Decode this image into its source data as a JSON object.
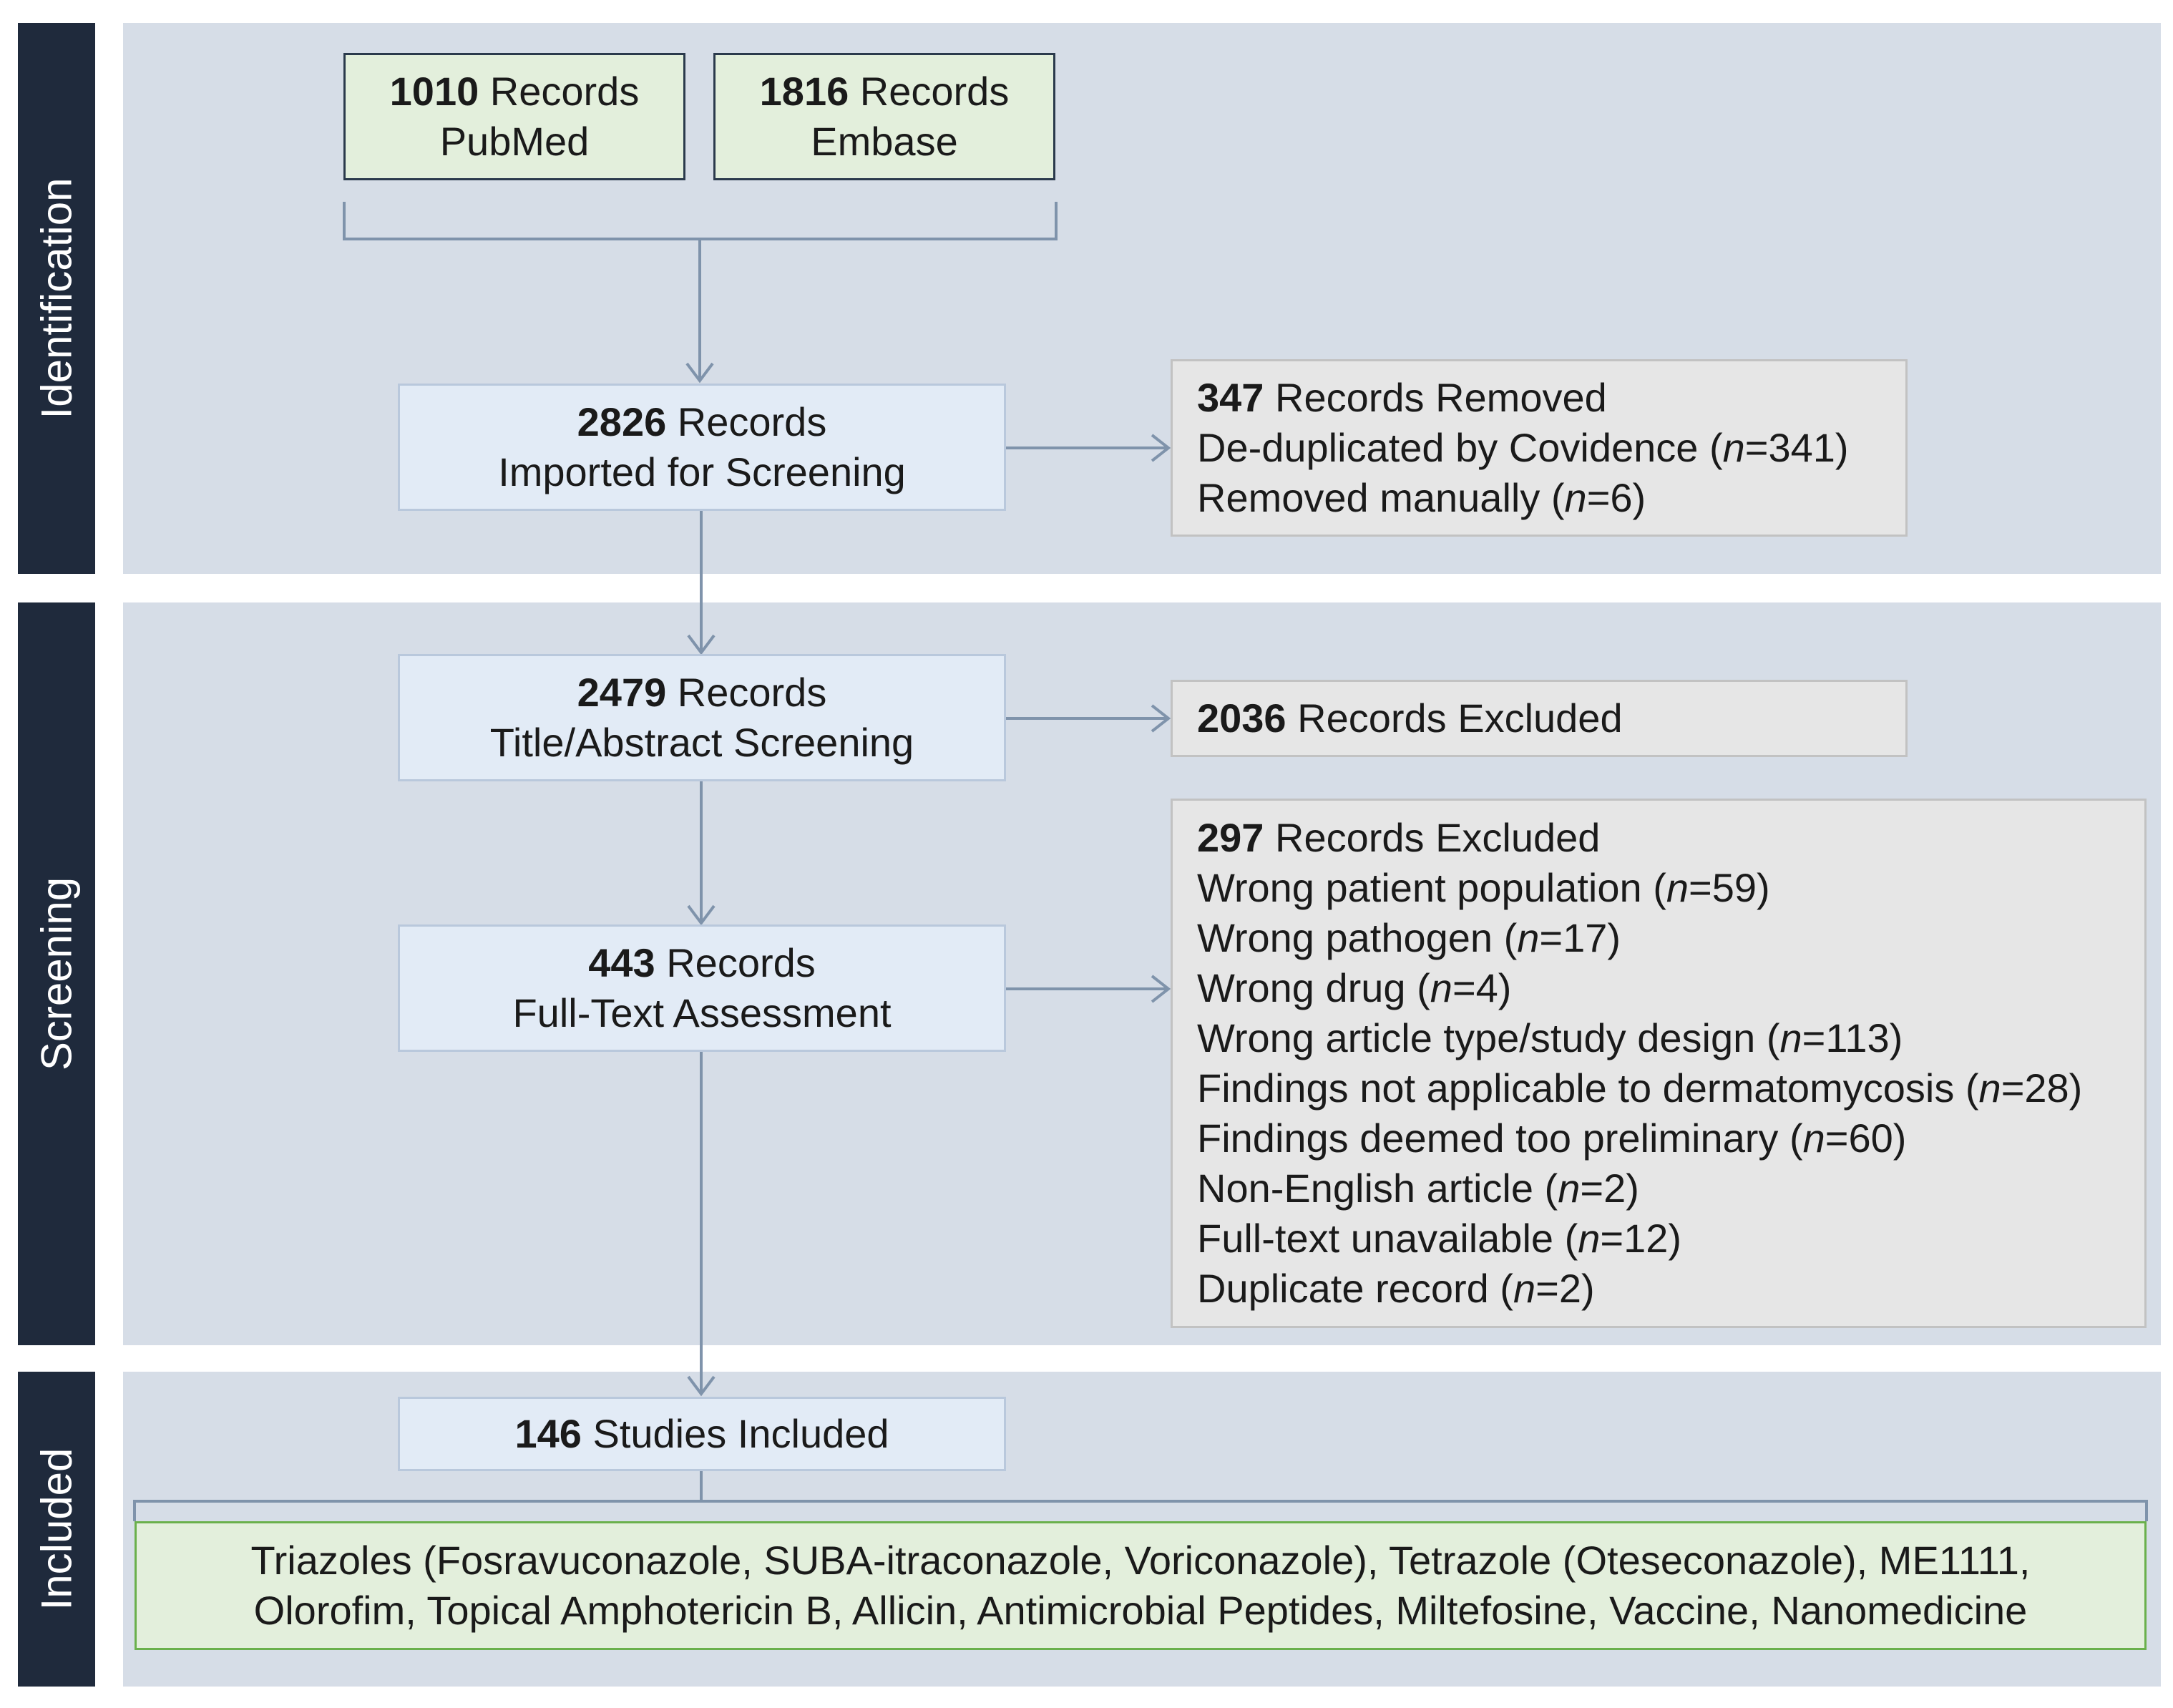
{
  "stages": {
    "identification": "Identification",
    "screening": "Screening",
    "included": "Included"
  },
  "sources": {
    "pubmed": {
      "count": "1010",
      "label": " Records",
      "name": "PubMed"
    },
    "embase": {
      "count": "1816",
      "label": " Records",
      "name": "Embase"
    }
  },
  "imported": {
    "count": "2826",
    "label": " Records",
    "sub": "Imported for Screening"
  },
  "removed": {
    "count": "347",
    "label": " Records Removed",
    "dedup": {
      "text": "De-duplicated by Covidence (",
      "n": "n",
      "val": "=341)"
    },
    "manual": {
      "text": "Removed manually (",
      "n": "n",
      "val": "=6)"
    }
  },
  "title_abstract": {
    "count": "2479",
    "label": " Records",
    "sub": "Title/Abstract Screening"
  },
  "excluded_ta": {
    "count": "2036",
    "label": " Records Excluded"
  },
  "full_text": {
    "count": "443",
    "label": " Records",
    "sub": "Full-Text Assessment"
  },
  "excluded_ft": {
    "count": "297",
    "label": " Records Excluded",
    "reasons": [
      {
        "text": "Wrong patient population (",
        "n": "n",
        "val": "=59)"
      },
      {
        "text": "Wrong pathogen (",
        "n": "n",
        "val": "=17)"
      },
      {
        "text": "Wrong drug (",
        "n": "n",
        "val": "=4)"
      },
      {
        "text": "Wrong article type/study design (",
        "n": "n",
        "val": "=113)"
      },
      {
        "text": "Findings not applicable to dermatomycosis (",
        "n": "n",
        "val": "=28)"
      },
      {
        "text": "Findings deemed too preliminary (",
        "n": "n",
        "val": "=60)"
      },
      {
        "text": "Non-English article (",
        "n": "n",
        "val": "=2)"
      },
      {
        "text": "Full-text unavailable (",
        "n": "n",
        "val": "=12)"
      },
      {
        "text": "Duplicate record (",
        "n": "n",
        "val": "=2)"
      }
    ]
  },
  "included": {
    "count": "146",
    "label": " Studies Included"
  },
  "agents": {
    "line1": "Triazoles (Fosravuconazole, SUBA-itraconazole, Voriconazole), Tetrazole (Oteseconazole), ME1111,",
    "line2": "Olorofim, Topical Amphotericin B, Allicin, Antimicrobial Peptides, Miltefosine, Vaccine, Nanomedicine"
  },
  "colors": {
    "stage_bar": "#1f2a3c",
    "panel": "#d6dde7",
    "source_fill": "#e3efdc",
    "flow_fill": "#e2ebf6",
    "exclusion_fill": "#e6e6e6",
    "result_border": "#6ab04c",
    "connector": "#7f93ab"
  }
}
